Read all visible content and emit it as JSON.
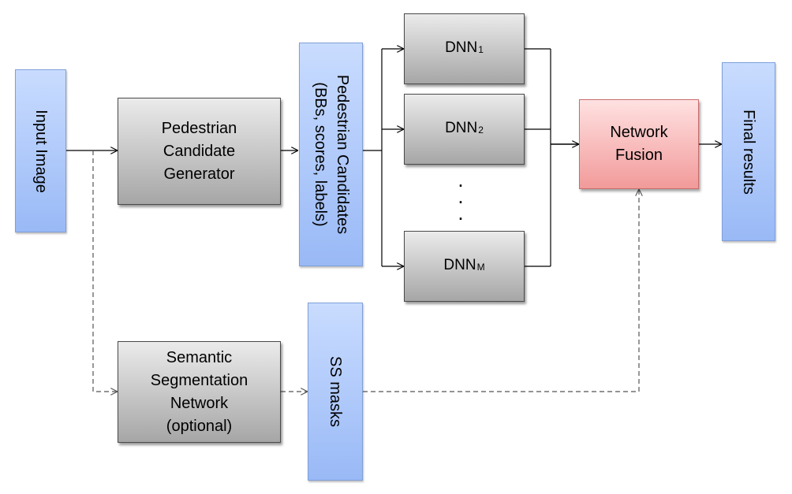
{
  "diagram": {
    "input_image": "Input Image",
    "candidate_generator": "Pedestrian\nCandidate\nGenerator",
    "pedestrian_candidates": "Pedestrian Candidates\n(BBs, scores, labels)",
    "dnn_prefix": "DNN",
    "dnn_1_sub": "1",
    "dnn_2_sub": "2",
    "dnn_m_sub": "M",
    "ellipsis": ".\n.\n.",
    "network_fusion": "Network\nFusion",
    "final_results": "Final results",
    "semantic_segmentation": "Semantic\nSegmentation\nNetwork\n(optional)",
    "ss_masks": "SS masks"
  },
  "colors": {
    "gray_box": "#c9c9c9",
    "blue_box": "#b0c9fb",
    "red_box": "#f7b7b7"
  }
}
